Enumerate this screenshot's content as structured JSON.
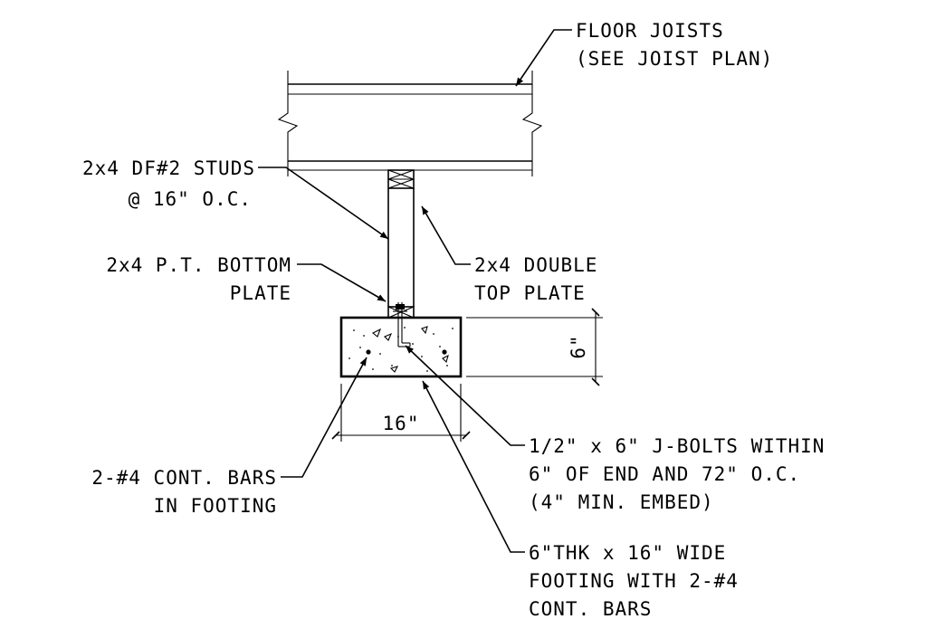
{
  "labels": {
    "floor_joists": {
      "line1": "FLOOR JOISTS",
      "line2": "(SEE JOIST PLAN)"
    },
    "studs": {
      "line1": "2x4 DF#2 STUDS",
      "line2": "@ 16\" O.C."
    },
    "bottom_plate": {
      "line1": "2x4 P.T. BOTTOM",
      "line2": "PLATE"
    },
    "top_plate": {
      "line1": "2x4 DOUBLE",
      "line2": "TOP PLATE"
    },
    "footing_height": "6\"",
    "footing_width": "16\"",
    "j_bolts": {
      "line1": "1/2\" x 6\" J-BOLTS WITHIN",
      "line2": "6\" OF END AND 72\" O.C.",
      "line3": "(4\" MIN. EMBED)"
    },
    "bars": {
      "line1": "2-#4 CONT. BARS",
      "line2": "IN FOOTING"
    },
    "footing": {
      "line1": "6\"THK x 16\" WIDE",
      "line2": "FOOTING WITH 2-#4",
      "line3": "CONT. BARS"
    }
  }
}
